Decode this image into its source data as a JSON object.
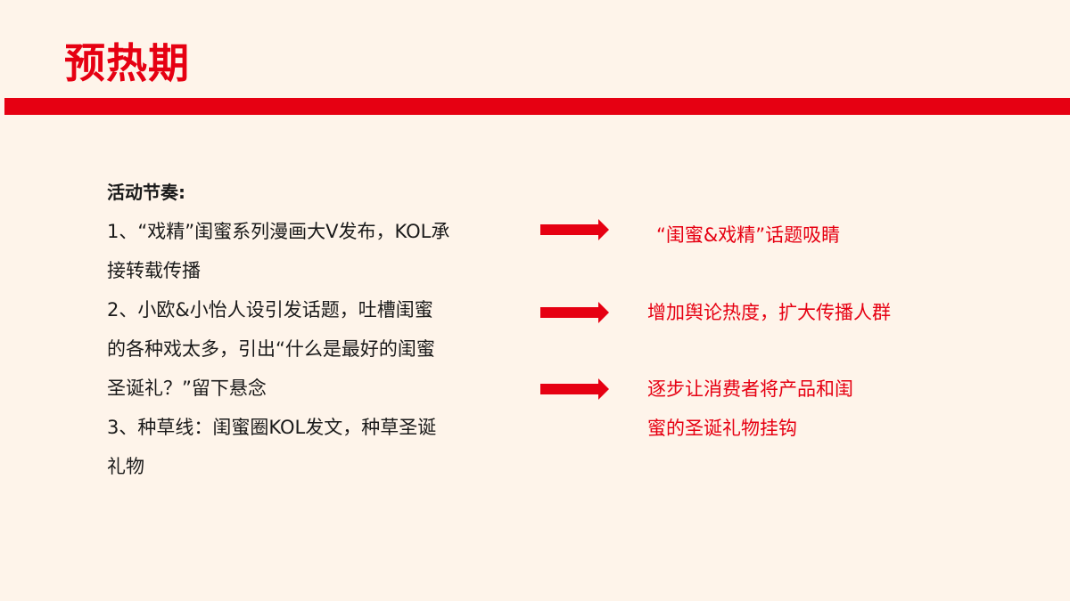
{
  "slide": {
    "title": "预热期",
    "colors": {
      "accent": "#e60012",
      "background": "#fef4ea",
      "body_text": "#1a1a1a"
    }
  },
  "activity": {
    "heading": "活动节奏:",
    "items": [
      {
        "line1": "1、“戏精”闺蜜系列漫画大V发布，KOL承",
        "line2": "接转载传播"
      },
      {
        "line1": "2、小欧&小怡人设引发话题，吐槽闺蜜",
        "line2": "的各种戏太多，引出“什么是最好的闺蜜",
        "line3": "圣诞礼？”留下悬念"
      },
      {
        "line1": "3、种草线：闺蜜圈KOL发文，种草圣诞",
        "line2": "礼物"
      }
    ]
  },
  "arrows": [
    {
      "icon": "right-arrow-icon"
    },
    {
      "icon": "right-arrow-icon"
    },
    {
      "icon": "right-arrow-icon"
    }
  ],
  "results": [
    {
      "line1": "“闺蜜&戏精”话题吸睛"
    },
    {
      "line1": "增加舆论热度，扩大传播人群"
    },
    {
      "line1": "逐步让消费者将产品和闺",
      "line2": "蜜的圣诞礼物挂钩"
    }
  ]
}
